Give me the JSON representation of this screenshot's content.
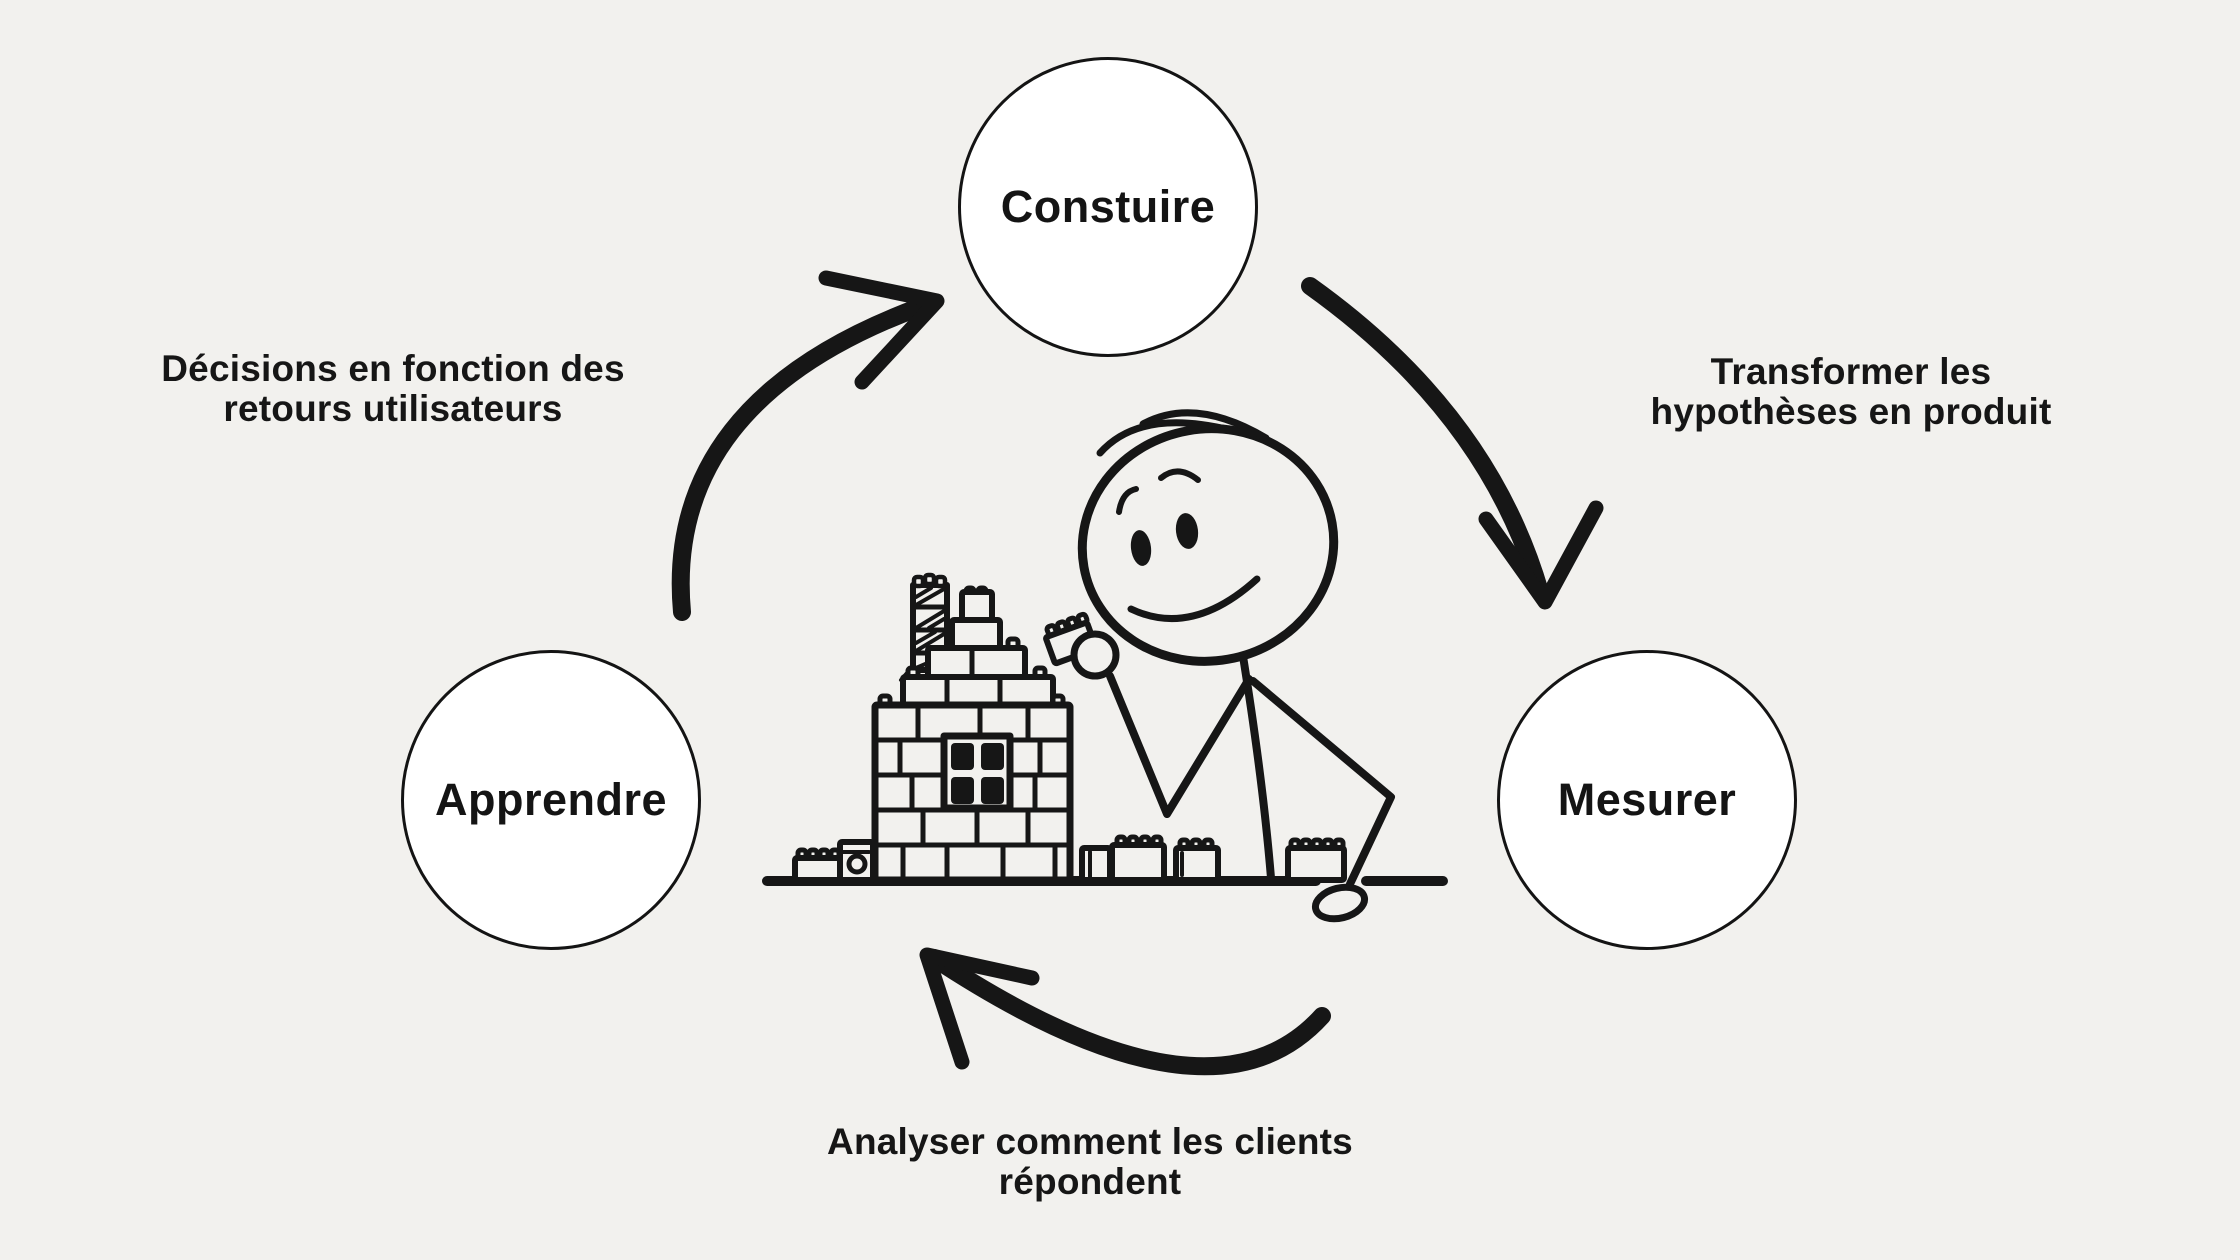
{
  "canvas": {
    "background_color": "#f2f1ee",
    "ink_color": "#161616",
    "node_fill_color": "#ffffff"
  },
  "cycle": {
    "build": {
      "label": "Constuire"
    },
    "measure": {
      "label": "Mesurer"
    },
    "learn": {
      "label": "Apprendre"
    }
  },
  "edge_labels": {
    "learn_to_build": {
      "line1": "Décisions en fonction des",
      "line2": "retours utilisateurs"
    },
    "build_to_measure": {
      "line1": "Transformer les",
      "line2": "hypothèses en produit"
    },
    "measure_to_learn": {
      "line1": "Analyser comment les clients",
      "line2": "répondent"
    }
  },
  "illustration": {
    "icon": "stick-figure-building-brick-house-icon"
  }
}
